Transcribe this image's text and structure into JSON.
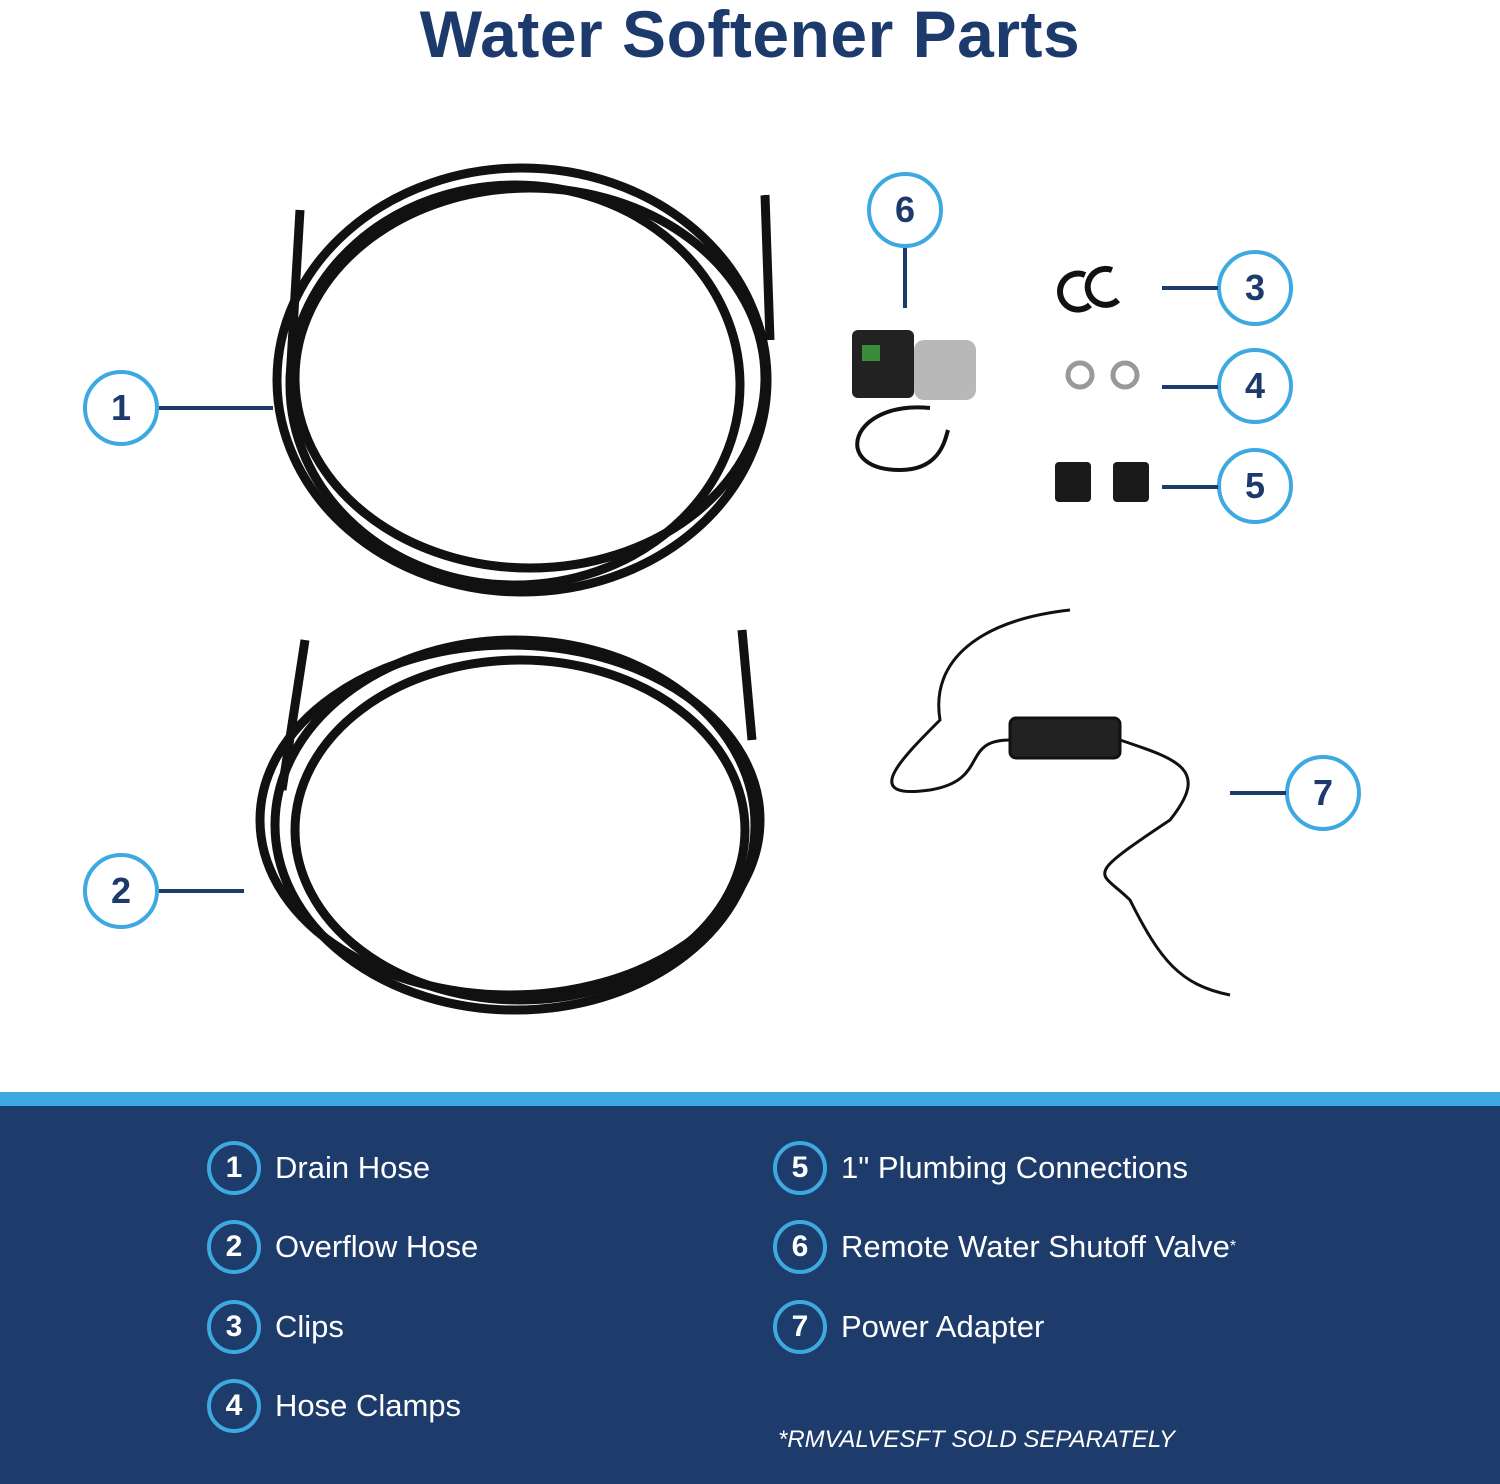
{
  "title": "Water Softener Parts",
  "callouts": [
    "1",
    "2",
    "3",
    "4",
    "5",
    "6",
    "7"
  ],
  "legend": [
    {
      "num": "1",
      "label": "Drain Hose"
    },
    {
      "num": "2",
      "label": "Overflow Hose"
    },
    {
      "num": "3",
      "label": "Clips"
    },
    {
      "num": "4",
      "label": "Hose Clamps"
    },
    {
      "num": "5",
      "label": "1\" Plumbing Connections"
    },
    {
      "num": "6",
      "label": "Remote Water Shutoff Valve",
      "sup": "*"
    },
    {
      "num": "7",
      "label": "Power Adapter"
    }
  ],
  "footnote": "*RMVALVESFT SOLD SEPARATELY",
  "colors": {
    "navy": "#1c3a6b",
    "accent": "#3ea9e0",
    "panel": "#1d3b6b"
  }
}
